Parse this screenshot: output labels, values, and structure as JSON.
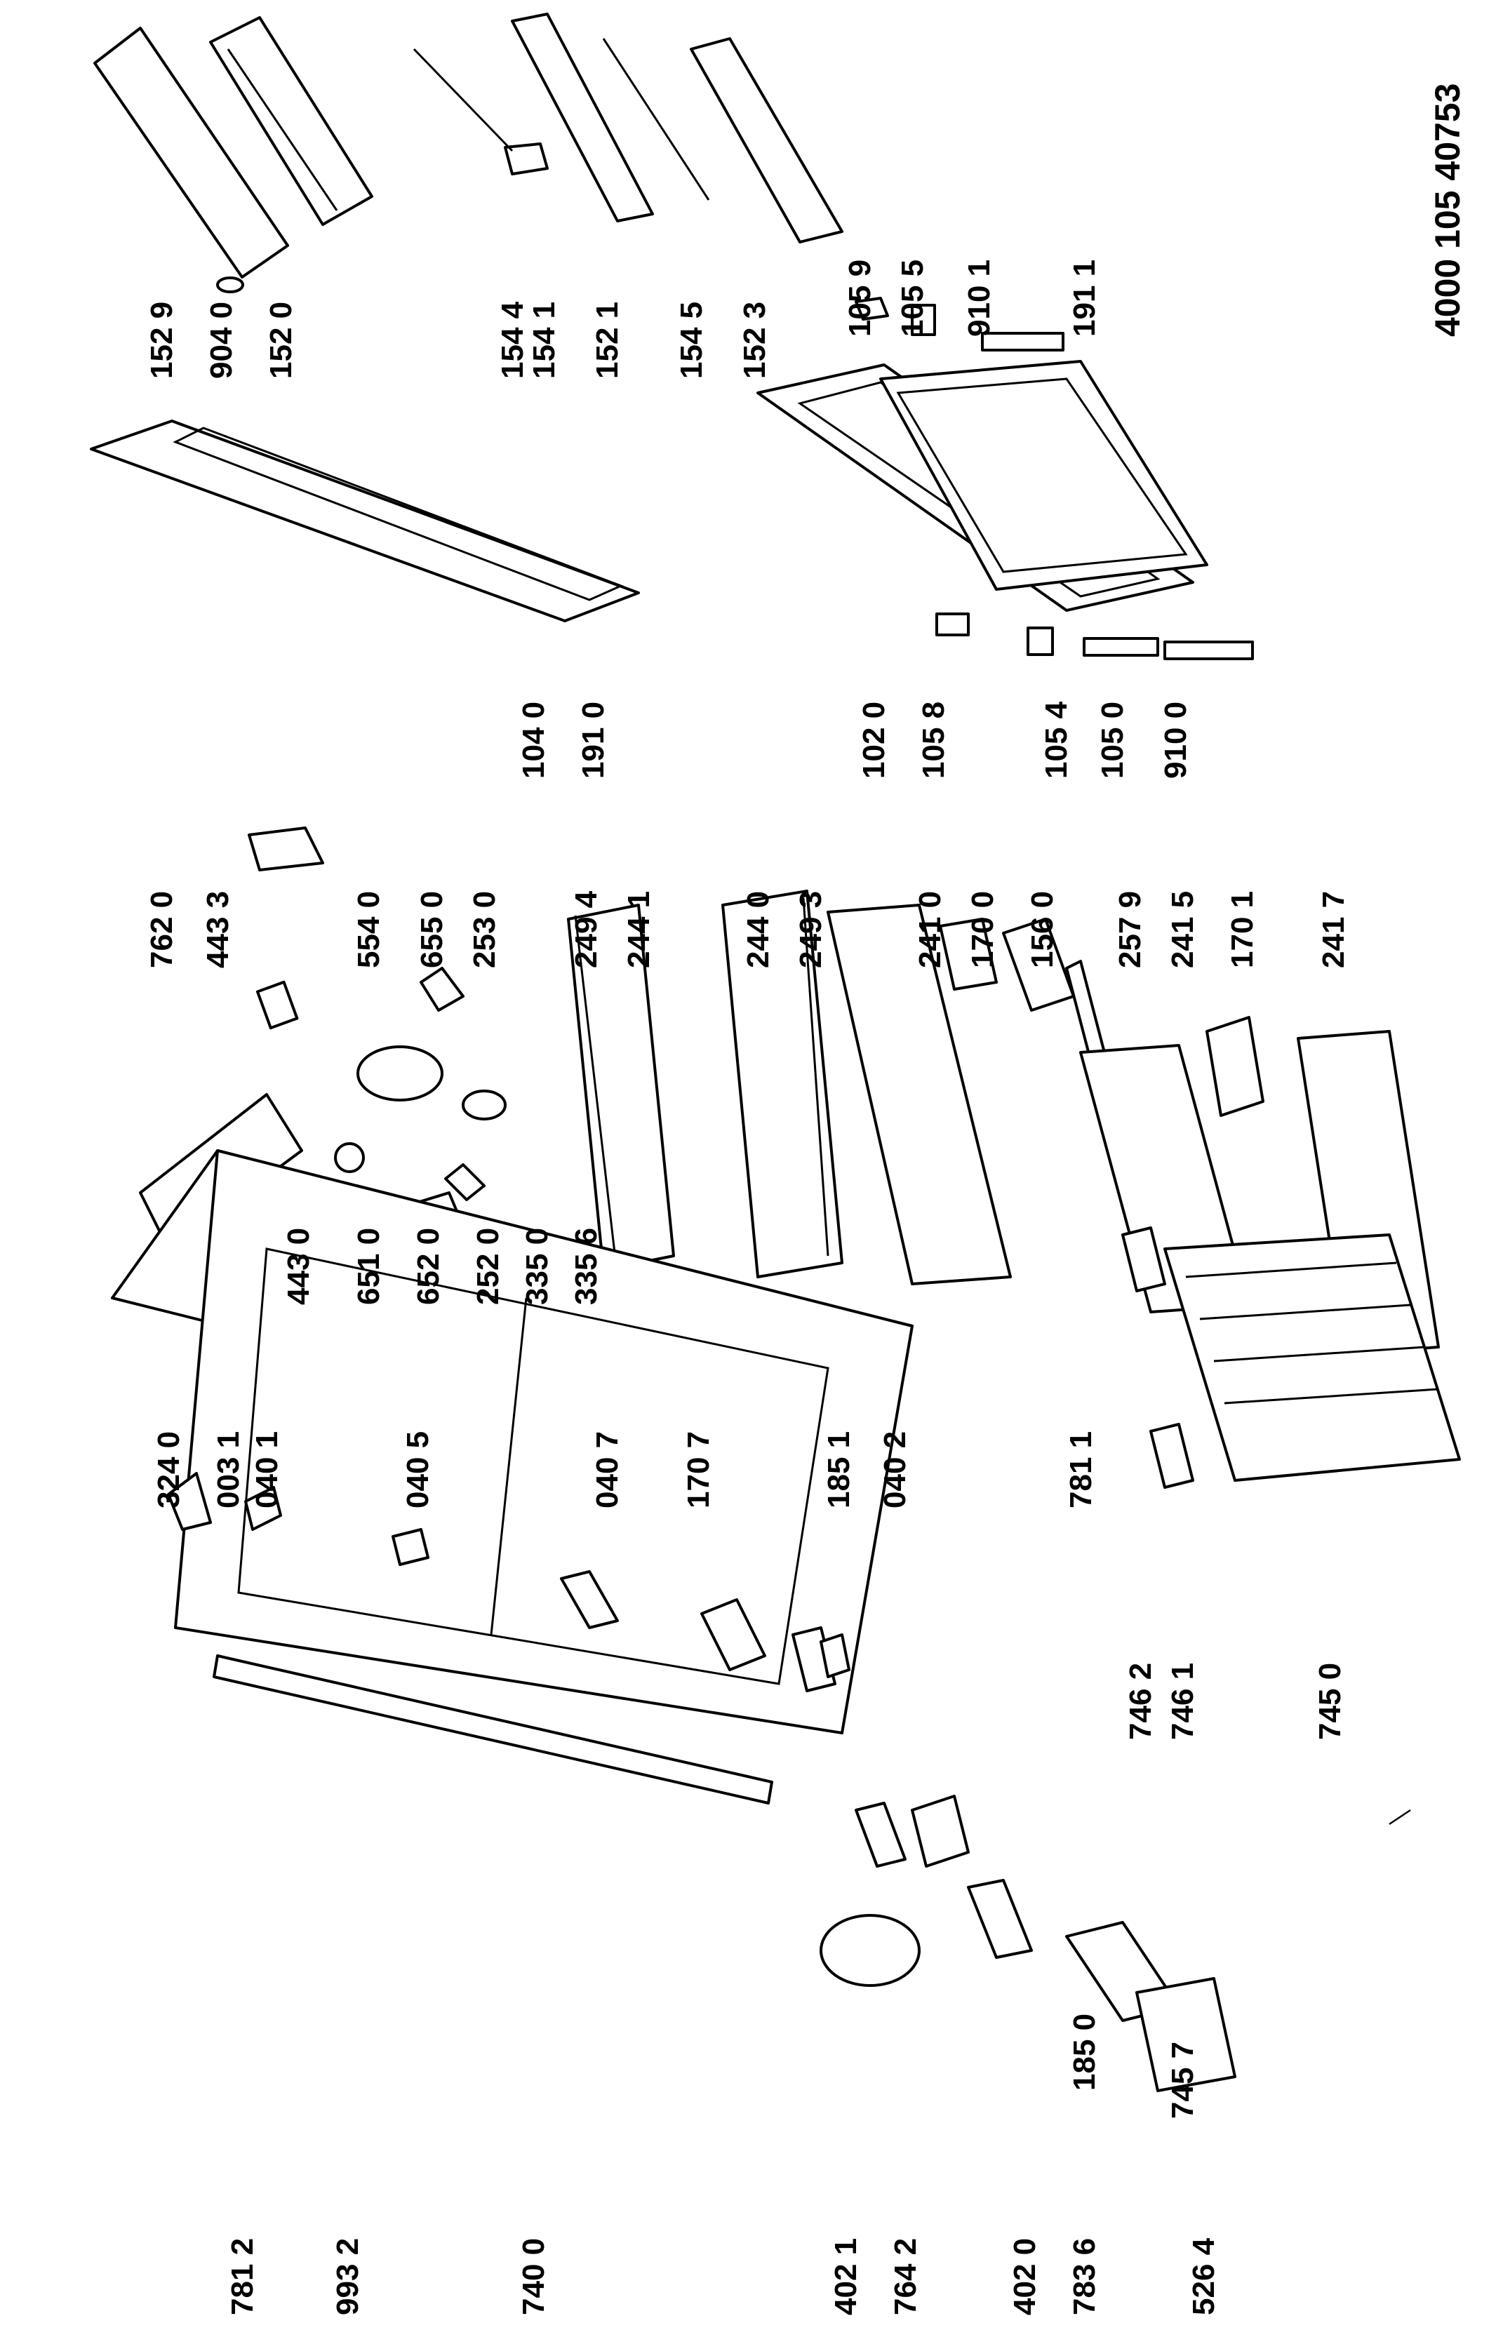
{
  "document_number": "4000 105 40753",
  "part_labels": [
    "152 9",
    "904 0",
    "152 0",
    "154 4",
    "154 1",
    "152 1",
    "154 5",
    "152 3",
    "105 9",
    "105 5",
    "910 1",
    "191 1",
    "104 0",
    "191 0",
    "102 0",
    "105 8",
    "105 4",
    "105 0",
    "910 0",
    "762 0",
    "443 3",
    "443 0",
    "554 0",
    "655 0",
    "253 0",
    "651 0",
    "652 0",
    "252 0",
    "335 0",
    "335 6",
    "249 4",
    "244 1",
    "244 0",
    "249 3",
    "241 0",
    "170 0",
    "156 0",
    "257 9",
    "241 5",
    "170 1",
    "241 7",
    "324 0",
    "003 1",
    "040 1",
    "040 5",
    "040 7",
    "170 7",
    "185 1",
    "040 2",
    "781 1",
    "746 2",
    "746 1",
    "745 0",
    "781 2",
    "993 2",
    "740 0",
    "402 1",
    "764 2",
    "402 0",
    "783 6",
    "185 0",
    "745 7",
    "526 4"
  ]
}
